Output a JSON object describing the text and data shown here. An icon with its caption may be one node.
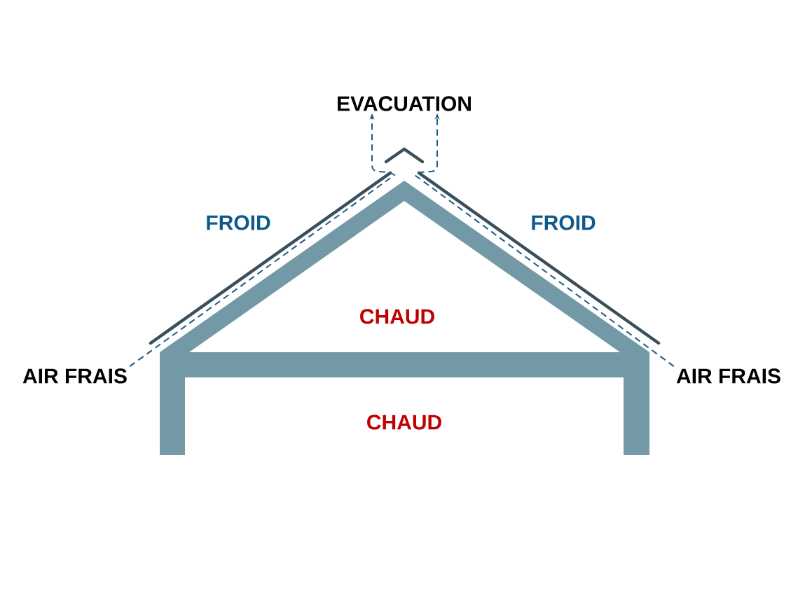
{
  "diagram": {
    "nodes": [
      {
        "text": [
          "EVACUATION"
        ]
      },
      {
        "text": [
          "AIR FRAIS"
        ]
      },
      {
        "text": [
          "AIR FRAIS"
        ]
      }
    ],
    "edges": [
      {
        "from": 1,
        "to": 0,
        "arrow": "to",
        "style": "dashed",
        "color": "#1b5b86"
      },
      {
        "from": 2,
        "to": 0,
        "arrow": "to",
        "style": "dashed",
        "color": "#1b5b86"
      }
    ],
    "labels": [
      "FROID",
      "FROID",
      "CHAUD",
      "CHAUD"
    ]
  }
}
